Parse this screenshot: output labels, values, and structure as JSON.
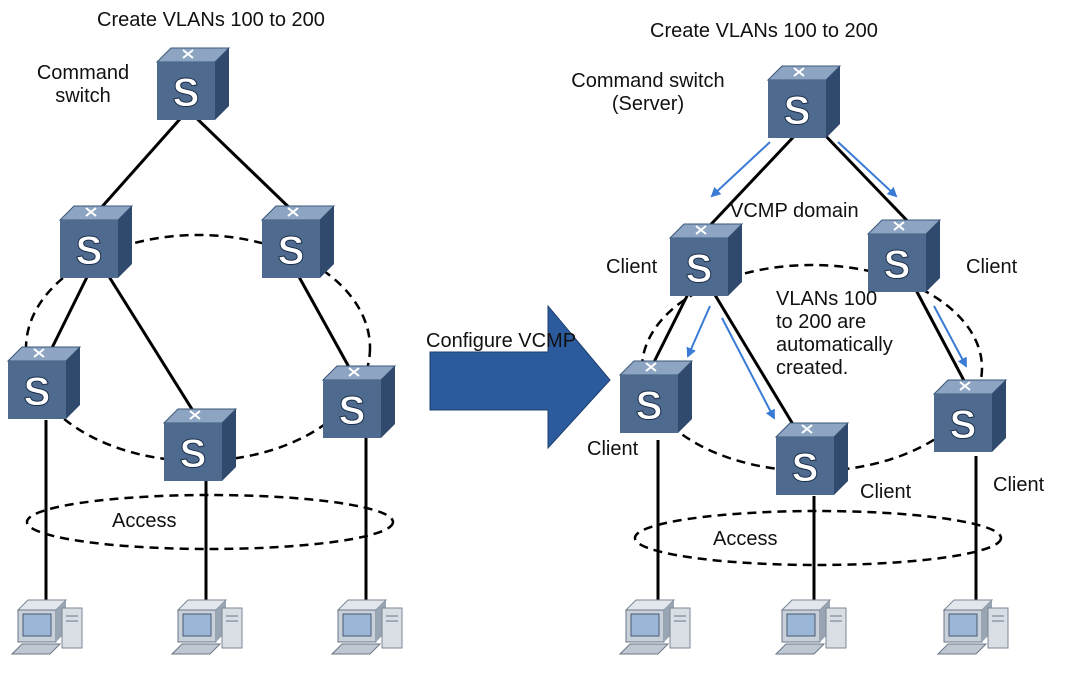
{
  "left": {
    "title": "Create VLANs 100 to 200",
    "command_label_line1": "Command",
    "command_label_line2": "switch",
    "access_label": "Access"
  },
  "arrow_label": "Configure VCMP",
  "right": {
    "title": "Create VLANs 100 to 200",
    "command_label_line1": "Command switch",
    "command_label_line2": "(Server)",
    "domain_label": "VCMP domain",
    "client_label": "Client",
    "note_line1": "VLANs 100",
    "note_line2": "to 200 are",
    "note_line3": "automatically",
    "note_line4": "created.",
    "access_label": "Access"
  },
  "switch_glyph": "S",
  "colors": {
    "switch_front": "#4e6a8e",
    "switch_top": "#8da5c2",
    "switch_side": "#2f4a6d",
    "arrow": "#2b5b9c",
    "flow_arrow": "#3a7bd5"
  },
  "icons": [
    "switch-icon",
    "pc-icon",
    "big-arrow-icon"
  ]
}
